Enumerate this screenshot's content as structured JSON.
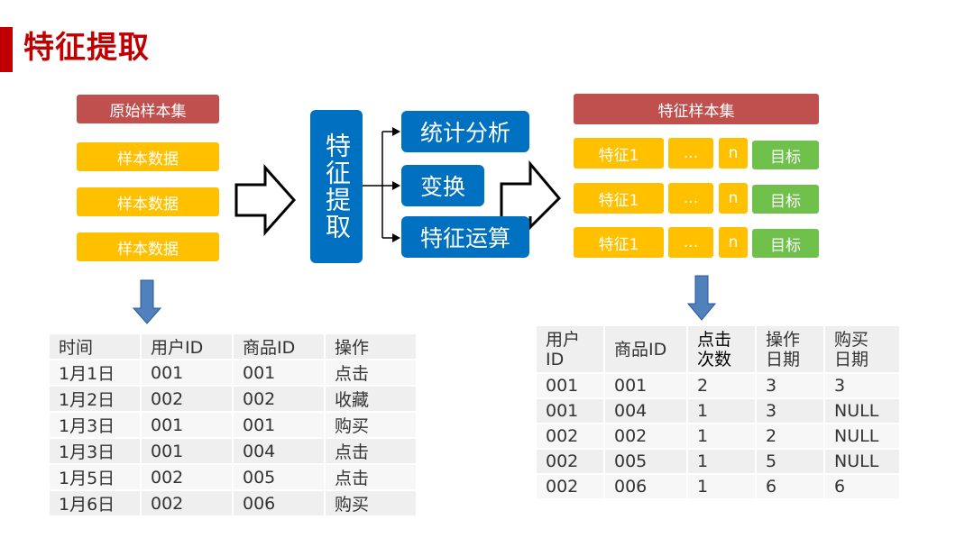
{
  "title": "特征提取",
  "raw_set": {
    "header": "原始样本集",
    "rows": [
      "样本数据",
      "样本数据",
      "样本数据"
    ]
  },
  "extract_label": "特征提取",
  "operations": [
    "统计分析",
    "变换",
    "特征运算"
  ],
  "feature_set": {
    "header": "特征样本集",
    "rows": [
      {
        "feature": "特征1",
        "ellipsis": "...",
        "n": "n",
        "target": "目标"
      },
      {
        "feature": "特征1",
        "ellipsis": "...",
        "n": "n",
        "target": "目标"
      },
      {
        "feature": "特征1",
        "ellipsis": "...",
        "n": "n",
        "target": "目标"
      }
    ]
  },
  "raw_table": {
    "headers": [
      "时间",
      "用户ID",
      "商品ID",
      "操作"
    ],
    "rows": [
      [
        "1月1日",
        "001",
        "001",
        "点击"
      ],
      [
        "1月2日",
        "002",
        "002",
        "收藏"
      ],
      [
        "1月3日",
        "001",
        "001",
        "购买"
      ],
      [
        "1月3日",
        "001",
        "004",
        "点击"
      ],
      [
        "1月5日",
        "002",
        "005",
        "点击"
      ],
      [
        "1月6日",
        "002",
        "006",
        "购买"
      ]
    ]
  },
  "feature_table": {
    "headers": [
      [
        "用户",
        "ID"
      ],
      [
        "商品ID"
      ],
      [
        "点击",
        "次数"
      ],
      [
        "操作",
        "日期"
      ],
      [
        "购买",
        "日期"
      ]
    ],
    "rows": [
      [
        "001",
        "001",
        "2",
        "3",
        "3"
      ],
      [
        "001",
        "004",
        "1",
        "3",
        "NULL"
      ],
      [
        "002",
        "002",
        "1",
        "2",
        "NULL"
      ],
      [
        "002",
        "005",
        "1",
        "5",
        "NULL"
      ],
      [
        "002",
        "006",
        "1",
        "6",
        "6"
      ]
    ]
  },
  "colors": {
    "title": "#c00000",
    "header_red": "#c0504d",
    "sample_yellow": "#ffc000",
    "target_green": "#70c04c",
    "process_blue": "#0070c0",
    "down_arrow": "#4f81bd"
  }
}
